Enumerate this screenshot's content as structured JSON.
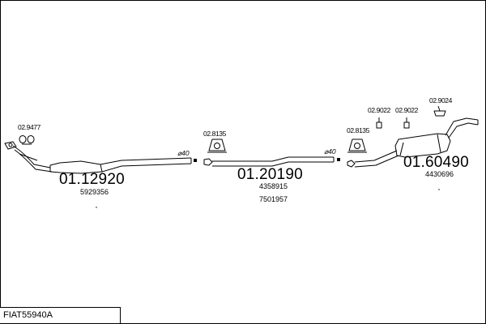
{
  "diagram_title": "FIAT55940A",
  "parts": [
    {
      "number": "01.12920",
      "oem": [
        "5929356"
      ]
    },
    {
      "number": "01.20190",
      "oem": [
        "4358915",
        "7501957"
      ]
    },
    {
      "number": "01.60490",
      "oem": [
        "4430696"
      ]
    }
  ],
  "accessories": [
    "02.9477",
    "02.8135",
    "02.8135",
    "02.9022",
    "02.9022",
    "02.9024"
  ],
  "pipe_diameters": [
    "⌀40",
    "⌀40"
  ],
  "colors": {
    "line": "#000000",
    "background": "#ffffff"
  }
}
